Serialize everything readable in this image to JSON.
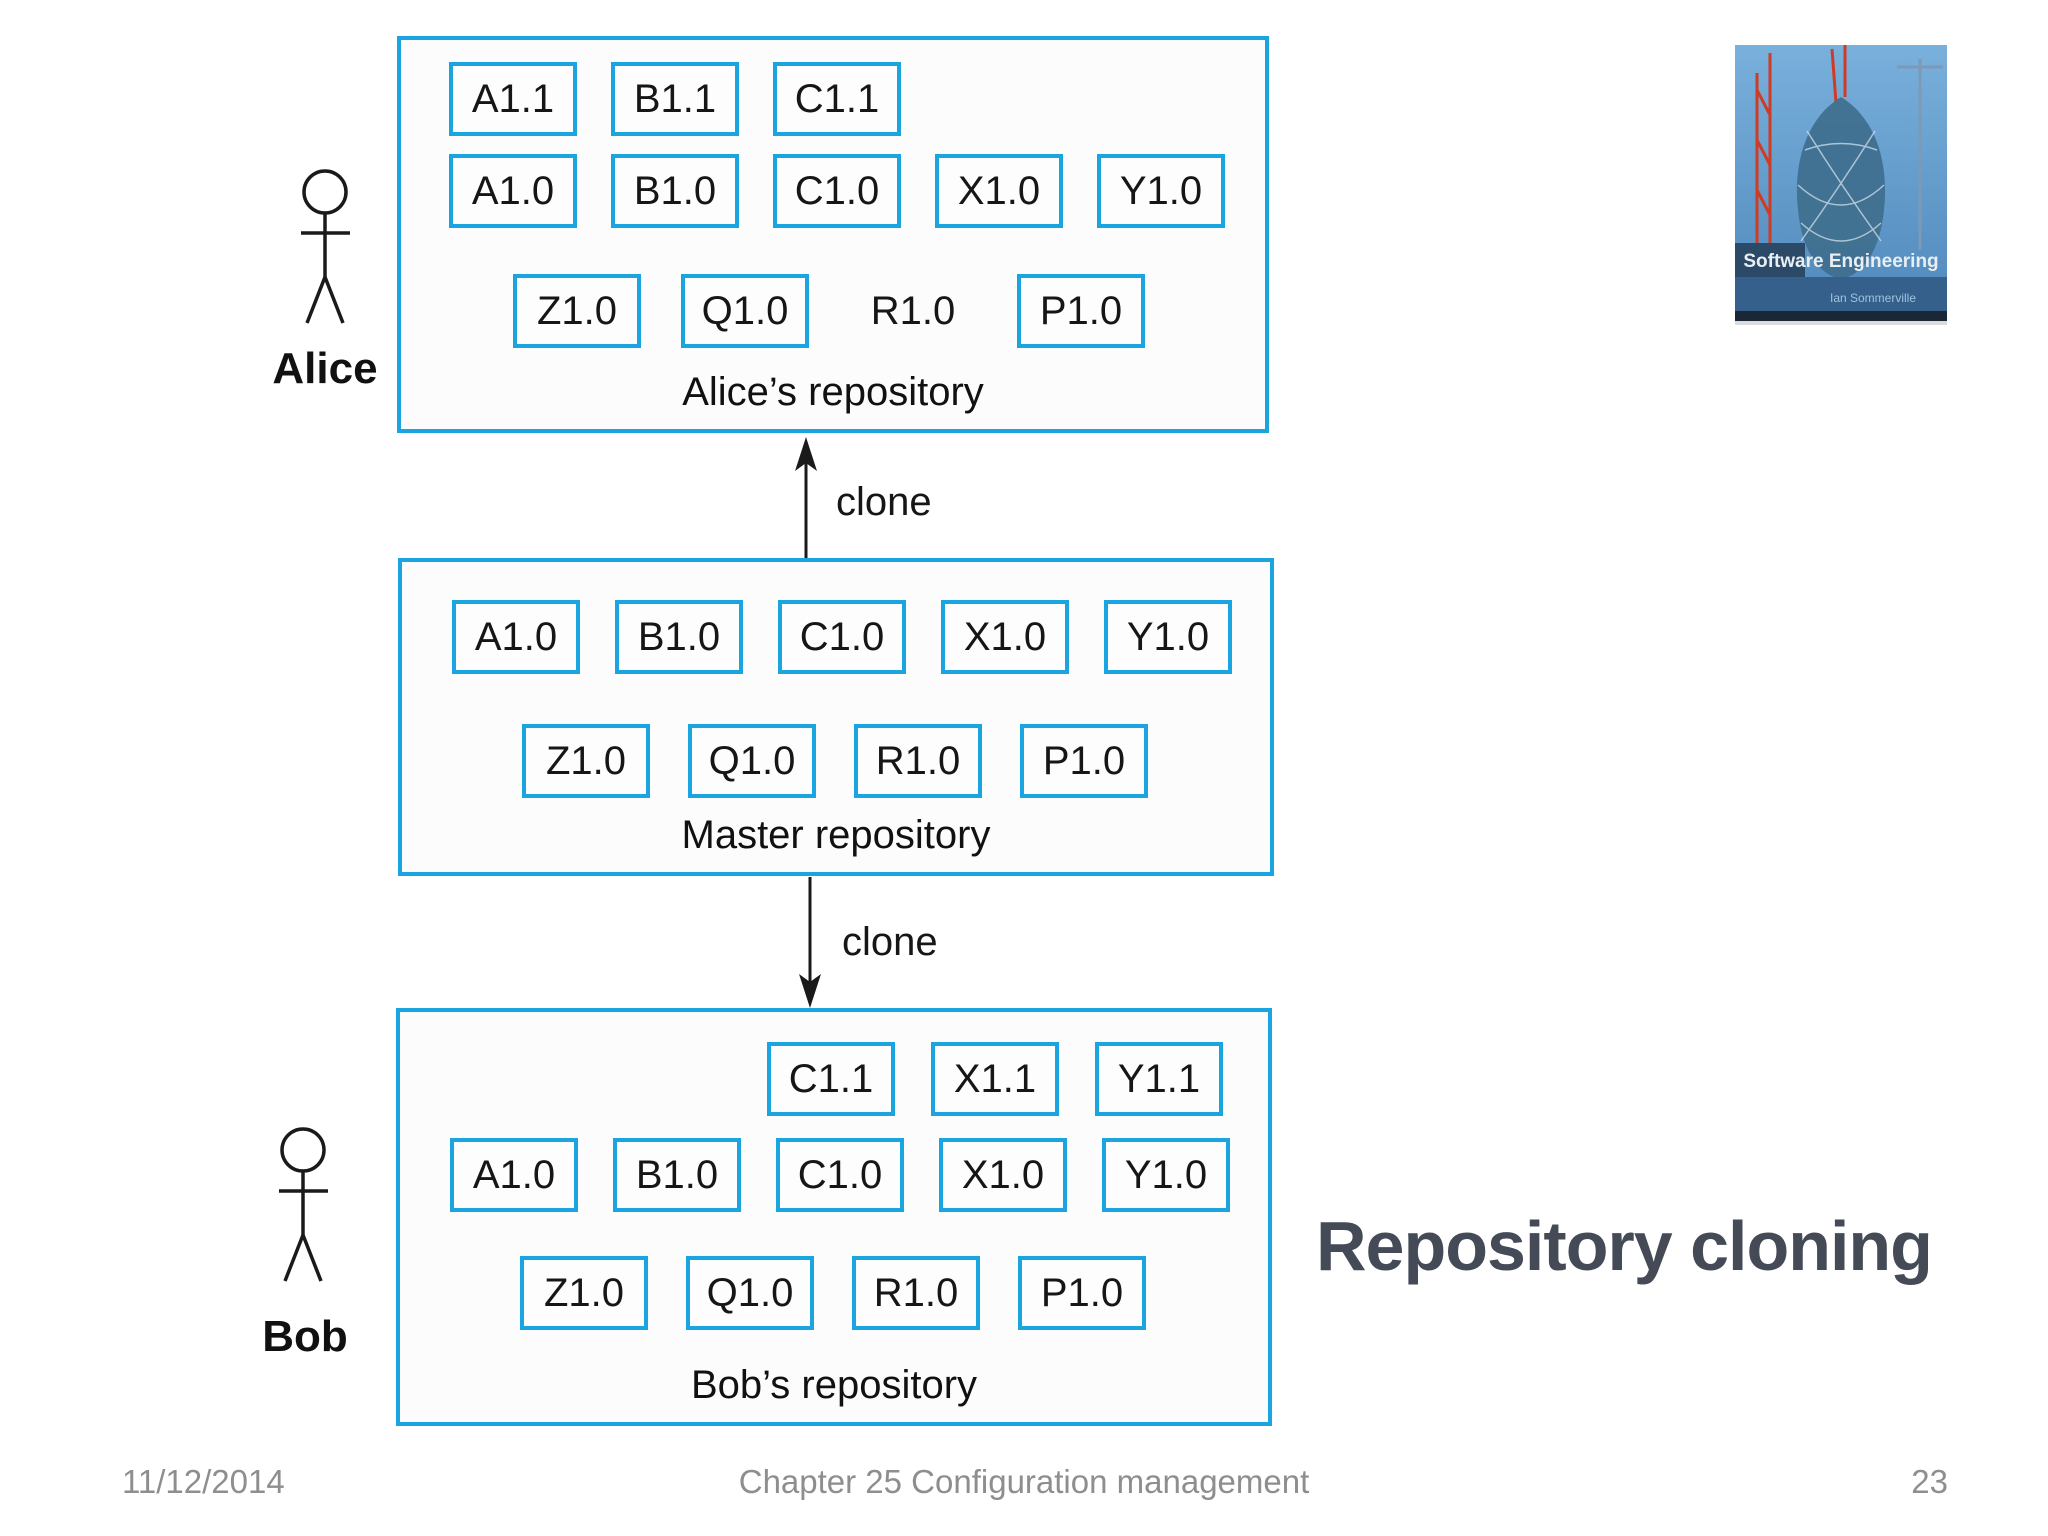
{
  "slide_title": "Repository cloning",
  "footer": {
    "date": "11/12/2014",
    "center": "Chapter 25 Configuration management",
    "page_number": "23"
  },
  "book_cover": {
    "title": "Software Engineering",
    "author": "Ian Sommerville"
  },
  "actors": {
    "alice": "Alice",
    "bob": "Bob"
  },
  "clone_arrows": {
    "to_alice": "clone",
    "to_bob": "clone"
  },
  "repositories": {
    "alice": {
      "label": "Alice’s repository",
      "rows": [
        {
          "items": [
            {
              "label": "A1.1",
              "boxed": true
            },
            {
              "label": "B1.1",
              "boxed": true
            },
            {
              "label": "C1.1",
              "boxed": true
            }
          ]
        },
        {
          "items": [
            {
              "label": "A1.0",
              "boxed": true
            },
            {
              "label": "B1.0",
              "boxed": true
            },
            {
              "label": "C1.0",
              "boxed": true
            },
            {
              "label": "X1.0",
              "boxed": true
            },
            {
              "label": "Y1.0",
              "boxed": true
            }
          ]
        },
        {
          "items": [
            {
              "label": "Z1.0",
              "boxed": true
            },
            {
              "label": "Q1.0",
              "boxed": true
            },
            {
              "label": "R1.0",
              "boxed": false
            },
            {
              "label": "P1.0",
              "boxed": true
            }
          ]
        }
      ]
    },
    "master": {
      "label": "Master repository",
      "rows": [
        {
          "items": [
            {
              "label": "A1.0",
              "boxed": true
            },
            {
              "label": "B1.0",
              "boxed": true
            },
            {
              "label": "C1.0",
              "boxed": true
            },
            {
              "label": "X1.0",
              "boxed": true
            },
            {
              "label": "Y1.0",
              "boxed": true
            }
          ]
        },
        {
          "items": [
            {
              "label": "Z1.0",
              "boxed": true
            },
            {
              "label": "Q1.0",
              "boxed": true
            },
            {
              "label": "R1.0",
              "boxed": true
            },
            {
              "label": "P1.0",
              "boxed": true
            }
          ]
        }
      ]
    },
    "bob": {
      "label": "Bob’s repository",
      "rows": [
        {
          "items": [
            {
              "label": "C1.1",
              "boxed": true
            },
            {
              "label": "X1.1",
              "boxed": true
            },
            {
              "label": "Y1.1",
              "boxed": true
            }
          ]
        },
        {
          "items": [
            {
              "label": "A1.0",
              "boxed": true
            },
            {
              "label": "B1.0",
              "boxed": true
            },
            {
              "label": "C1.0",
              "boxed": true
            },
            {
              "label": "X1.0",
              "boxed": true
            },
            {
              "label": "Y1.0",
              "boxed": true
            }
          ]
        },
        {
          "items": [
            {
              "label": "Z1.0",
              "boxed": true
            },
            {
              "label": "Q1.0",
              "boxed": true
            },
            {
              "label": "R1.0",
              "boxed": true
            },
            {
              "label": "P1.0",
              "boxed": true
            }
          ]
        }
      ]
    }
  },
  "colors": {
    "repo_border_blue": "#1BA5E0",
    "title_text": "#454A57",
    "footer_text": "#8E8E8E",
    "diagram_text": "#161616"
  }
}
